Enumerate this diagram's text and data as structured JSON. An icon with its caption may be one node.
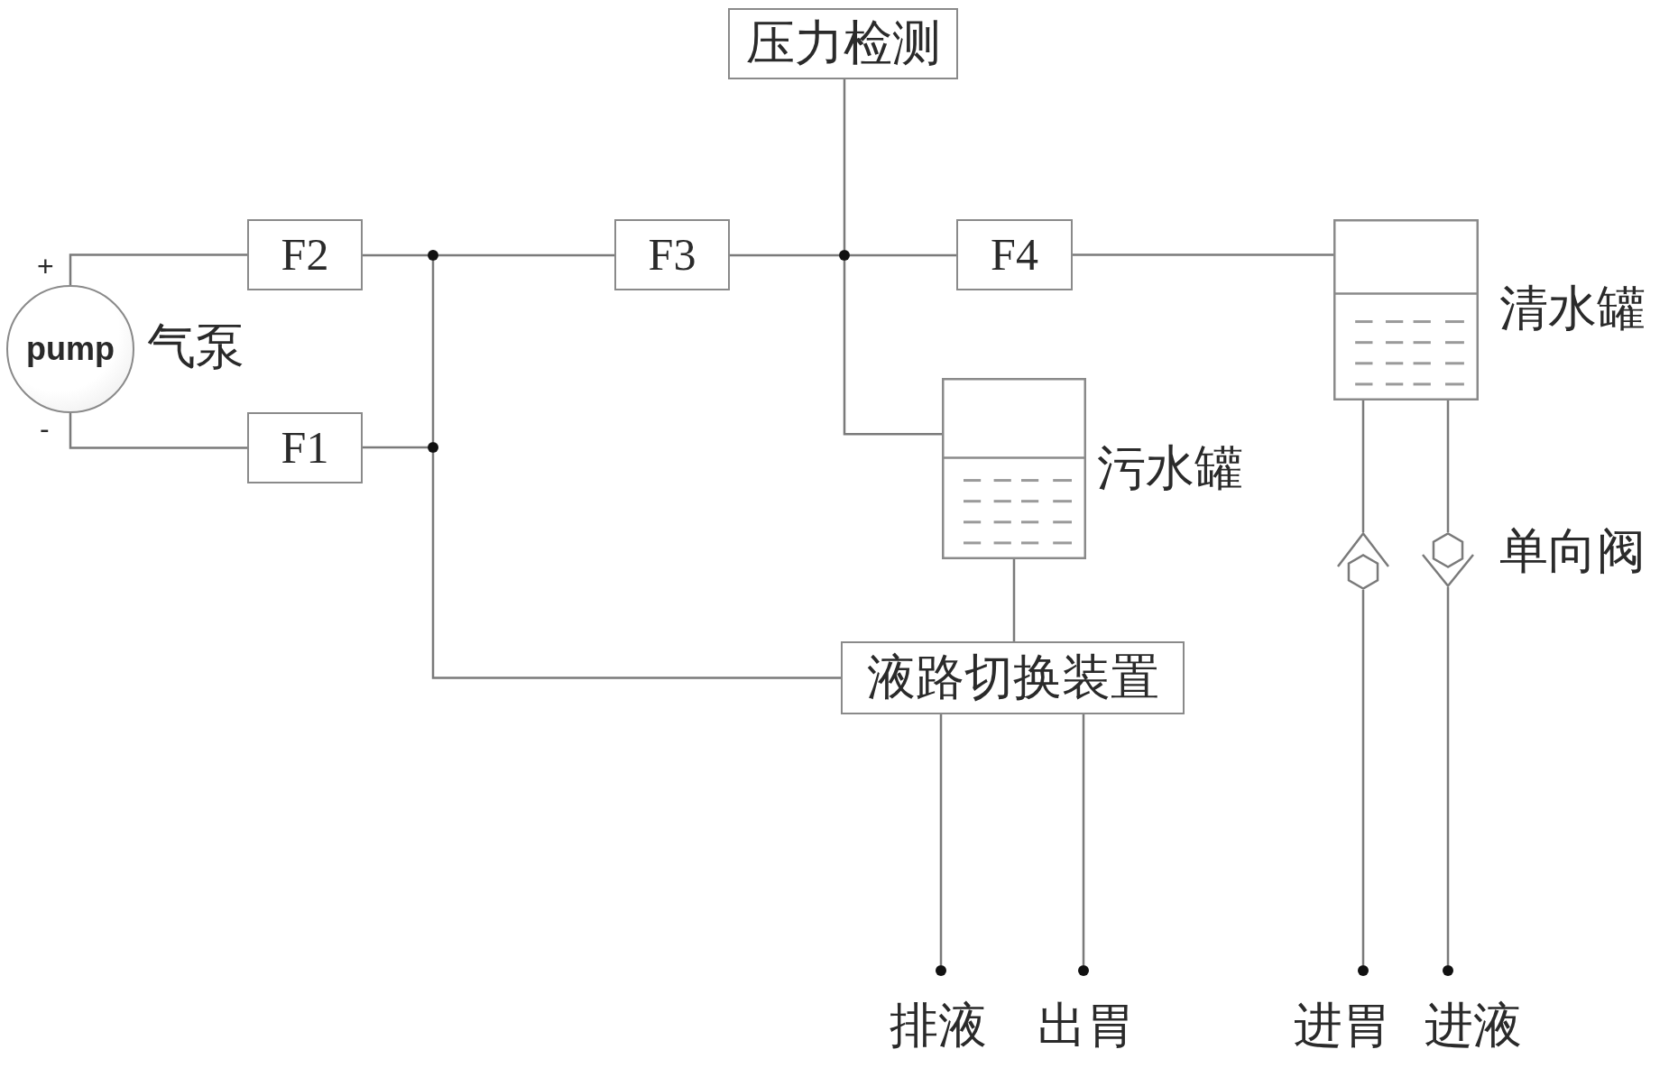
{
  "diagram": {
    "nodes": [
      {
        "text": [
          "压力检测"
        ]
      },
      {
        "text": [
          "pump"
        ],
        "beside": [
          "气泵"
        ]
      },
      {
        "text": [
          "F2"
        ]
      },
      {
        "text": [],
        "shape": "circle"
      },
      {
        "text": [
          "F3"
        ]
      },
      {
        "text": [],
        "shape": "circle"
      },
      {
        "text": [
          "F4"
        ]
      },
      {
        "text": [],
        "shape": "box",
        "beside": [
          "清水罐"
        ]
      },
      {
        "text": [
          "F1"
        ]
      },
      {
        "text": [],
        "shape": "circle"
      },
      {
        "text": [],
        "shape": "box",
        "beside": [
          "污水罐"
        ]
      },
      {
        "text": [],
        "shape": "valve"
      },
      {
        "text": [],
        "shape": "valve"
      },
      {
        "text": [
          "液路切换装置"
        ]
      },
      {
        "text": [],
        "shape": "circle",
        "beside": [
          "排液"
        ]
      },
      {
        "text": [],
        "shape": "circle",
        "beside": [
          "出胃"
        ]
      },
      {
        "text": [],
        "shape": "circle",
        "beside": [
          "进胃"
        ]
      },
      {
        "text": [],
        "shape": "circle",
        "beside": [
          "进液"
        ]
      }
    ],
    "edges": [
      {
        "from": 1,
        "to": 2,
        "arrow": "none"
      },
      {
        "from": 2,
        "to": 3,
        "arrow": "none"
      },
      {
        "from": 3,
        "to": 4,
        "arrow": "none"
      },
      {
        "from": 4,
        "to": 5,
        "arrow": "none"
      },
      {
        "from": 5,
        "to": 6,
        "arrow": "none"
      },
      {
        "from": 6,
        "to": 7,
        "arrow": "none"
      },
      {
        "from": 0,
        "to": 5,
        "arrow": "none"
      },
      {
        "from": 5,
        "to": 10,
        "arrow": "none"
      },
      {
        "from": 1,
        "to": 8,
        "arrow": "none"
      },
      {
        "from": 8,
        "to": 9,
        "arrow": "none"
      },
      {
        "from": 3,
        "to": 9,
        "arrow": "none"
      },
      {
        "from": 9,
        "to": 13,
        "arrow": "none"
      },
      {
        "from": 10,
        "to": 13,
        "arrow": "none"
      },
      {
        "from": 7,
        "to": 11,
        "arrow": "none"
      },
      {
        "from": 7,
        "to": 12,
        "arrow": "none"
      },
      {
        "from": 13,
        "to": 14,
        "arrow": "none"
      },
      {
        "from": 13,
        "to": 15,
        "arrow": "none"
      },
      {
        "from": 11,
        "to": 16,
        "arrow": "none"
      },
      {
        "from": 12,
        "to": 17,
        "arrow": "none"
      }
    ],
    "labels": [
      "+",
      "-",
      "单向阀"
    ]
  }
}
